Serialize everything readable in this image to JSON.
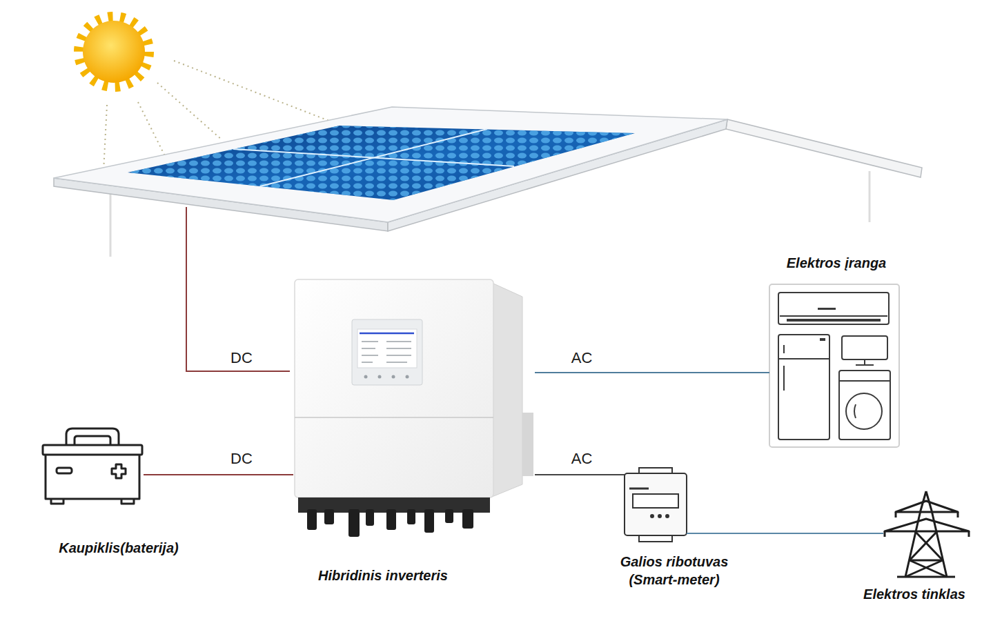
{
  "diagram": {
    "nodes": [
      {
        "text": [
          "Elektros įranga"
        ]
      },
      {
        "text": [
          "Kaupiklis(baterija)"
        ]
      },
      {
        "text": [
          "Hibridinis inverteris"
        ]
      },
      {
        "text": [
          "Galios ribotuvas (Smart-meter)"
        ]
      },
      {
        "text": [
          "Elektros tinklas"
        ]
      }
    ],
    "edges": [
      {
        "from": 1,
        "to": 2,
        "arrow": "none",
        "label": "DC"
      },
      {
        "from": 2,
        "to": 0,
        "arrow": "none",
        "label": "AC"
      },
      {
        "from": 2,
        "to": 3,
        "arrow": "none",
        "label": "AC"
      },
      {
        "from": 3,
        "to": 4,
        "arrow": "none"
      }
    ],
    "labels": [
      "DC"
    ]
  }
}
